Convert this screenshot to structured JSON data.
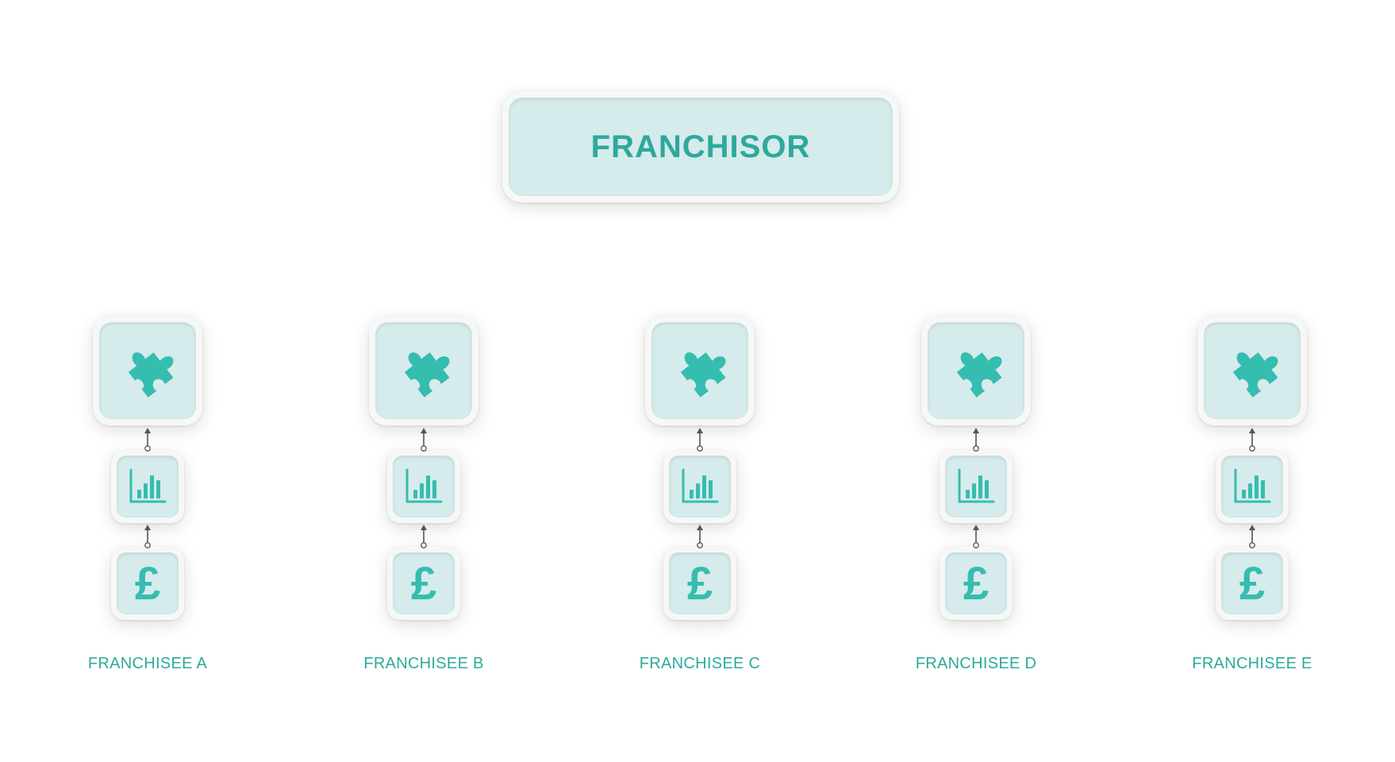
{
  "franchisor": {
    "title": "FRANCHISOR"
  },
  "franchisees": [
    {
      "label": "FRANCHISEE A"
    },
    {
      "label": "FRANCHISEE B"
    },
    {
      "label": "FRANCHISEE C"
    },
    {
      "label": "FRANCHISEE D"
    },
    {
      "label": "FRANCHISEE E"
    }
  ],
  "icons": {
    "top": "puzzle-piece-icon",
    "middle": "bar-chart-icon",
    "bottom": "pound-sign-icon",
    "pound_glyph": "£"
  },
  "colors": {
    "accent": "#35bdb0",
    "text": "#2ea99c",
    "tile_inner": "#d6ebeb",
    "tile_frame": "#f6f7f7",
    "connector": "#555555"
  }
}
